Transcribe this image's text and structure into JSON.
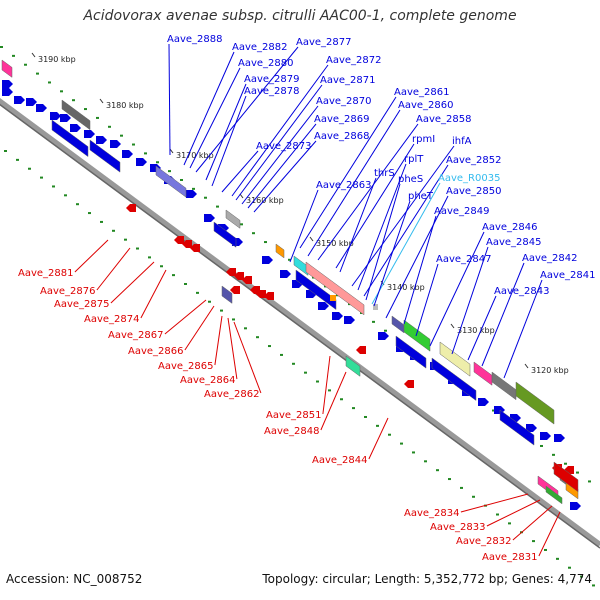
{
  "title": "Acidovorax avenae subsp. citrulli AAC00-1, complete genome",
  "footer": {
    "accession": "Accession: NC_008752",
    "summary": "Topology: circular; Length: 5,352,772 bp; Genes: 4,774"
  },
  "colors": {
    "forward": "#0000dd",
    "reverse": "#dd0000",
    "rna": "#33bbee",
    "ticks": "#228822",
    "backbone": "#999999"
  },
  "kbp_marks": [
    "3190 kbp",
    "3180 kbp",
    "3170 kbp",
    "3160 kbp",
    "3150 kbp",
    "3140 kbp",
    "3130 kbp",
    "3120 kbp"
  ],
  "upper_labels": [
    "Aave_2888",
    "Aave_2882",
    "Aave_2877",
    "Aave_2880",
    "Aave_2872",
    "Aave_2879",
    "Aave_2878",
    "Aave_2871",
    "Aave_2870",
    "Aave_2869",
    "Aave_2868",
    "Aave_2873",
    "Aave_2861",
    "Aave_2860",
    "Aave_2858",
    "rpmI",
    "ihfA",
    "rplT",
    "Aave_2852",
    "thrS",
    "pheS",
    "Aave_R0035",
    "Aave_2863",
    "pheT",
    "Aave_2850",
    "Aave_2849",
    "Aave_2846",
    "Aave_2845",
    "Aave_2847",
    "Aave_2842",
    "Aave_2841",
    "Aave_2843"
  ],
  "lower_labels": [
    "Aave_2881",
    "Aave_2876",
    "Aave_2875",
    "Aave_2874",
    "Aave_2867",
    "Aave_2866",
    "Aave_2865",
    "Aave_2864",
    "Aave_2862",
    "Aave_2851",
    "Aave_2848",
    "Aave_2844",
    "Aave_2834",
    "Aave_2833",
    "Aave_2832",
    "Aave_2831"
  ]
}
